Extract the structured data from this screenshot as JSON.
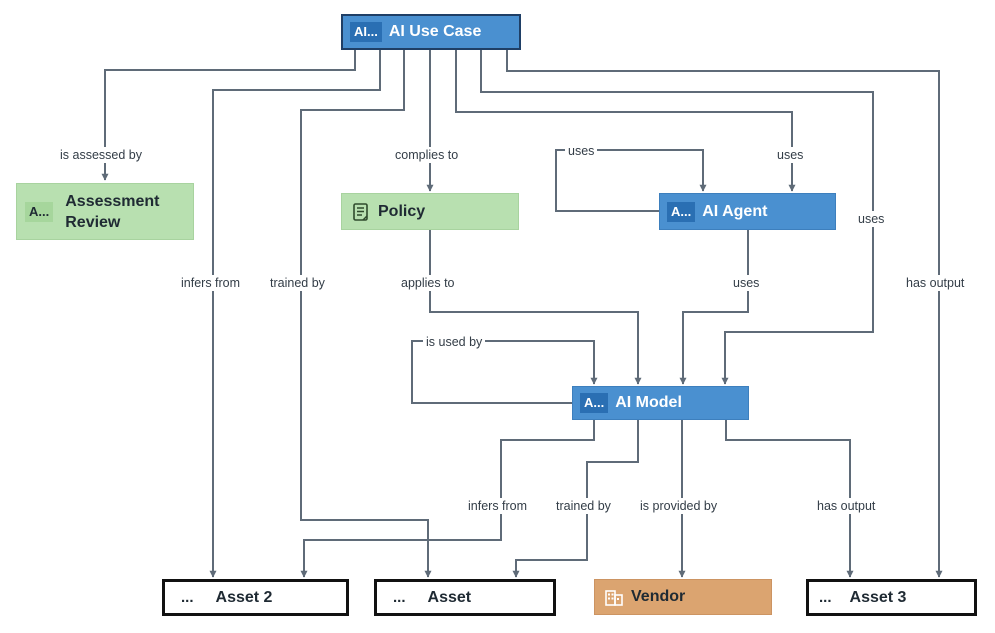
{
  "nodes": {
    "ai_use_case": {
      "badge": "AI...",
      "label": "AI Use Case"
    },
    "assessment_review": {
      "badge": "A...",
      "label_line1": "Assessment",
      "label_line2": "Review"
    },
    "policy": {
      "label": "Policy",
      "icon": "policy-document-icon"
    },
    "ai_agent": {
      "badge": "A...",
      "label": "AI Agent"
    },
    "ai_model": {
      "badge": "A...",
      "label": "AI Model"
    },
    "asset_2": {
      "prefix": "...",
      "label": "Asset 2"
    },
    "asset": {
      "prefix": "...",
      "label": "Asset"
    },
    "vendor": {
      "label": "Vendor",
      "icon": "building-icon"
    },
    "asset_3": {
      "prefix": "...",
      "label": "Asset 3"
    }
  },
  "edges": {
    "is_assessed_by": "is assessed by",
    "complies_to": "complies to",
    "uses_agent_self": "uses",
    "uses_case_agent": "uses",
    "uses_case_model": "uses",
    "infers_from_case": "infers from",
    "trained_by_case": "trained by",
    "applies_to": "applies to",
    "uses_agent_model": "uses",
    "has_output_case": "has output",
    "is_used_by": "is used by",
    "infers_from_model": "infers from",
    "trained_by_model": "trained by",
    "is_provided_by": "is provided by",
    "has_output_model": "has output"
  },
  "colors": {
    "ai_node": "#4a90d0",
    "assessment_policy": "#b8e0b0",
    "vendor": "#dba470",
    "edge": "#5f6b78"
  }
}
